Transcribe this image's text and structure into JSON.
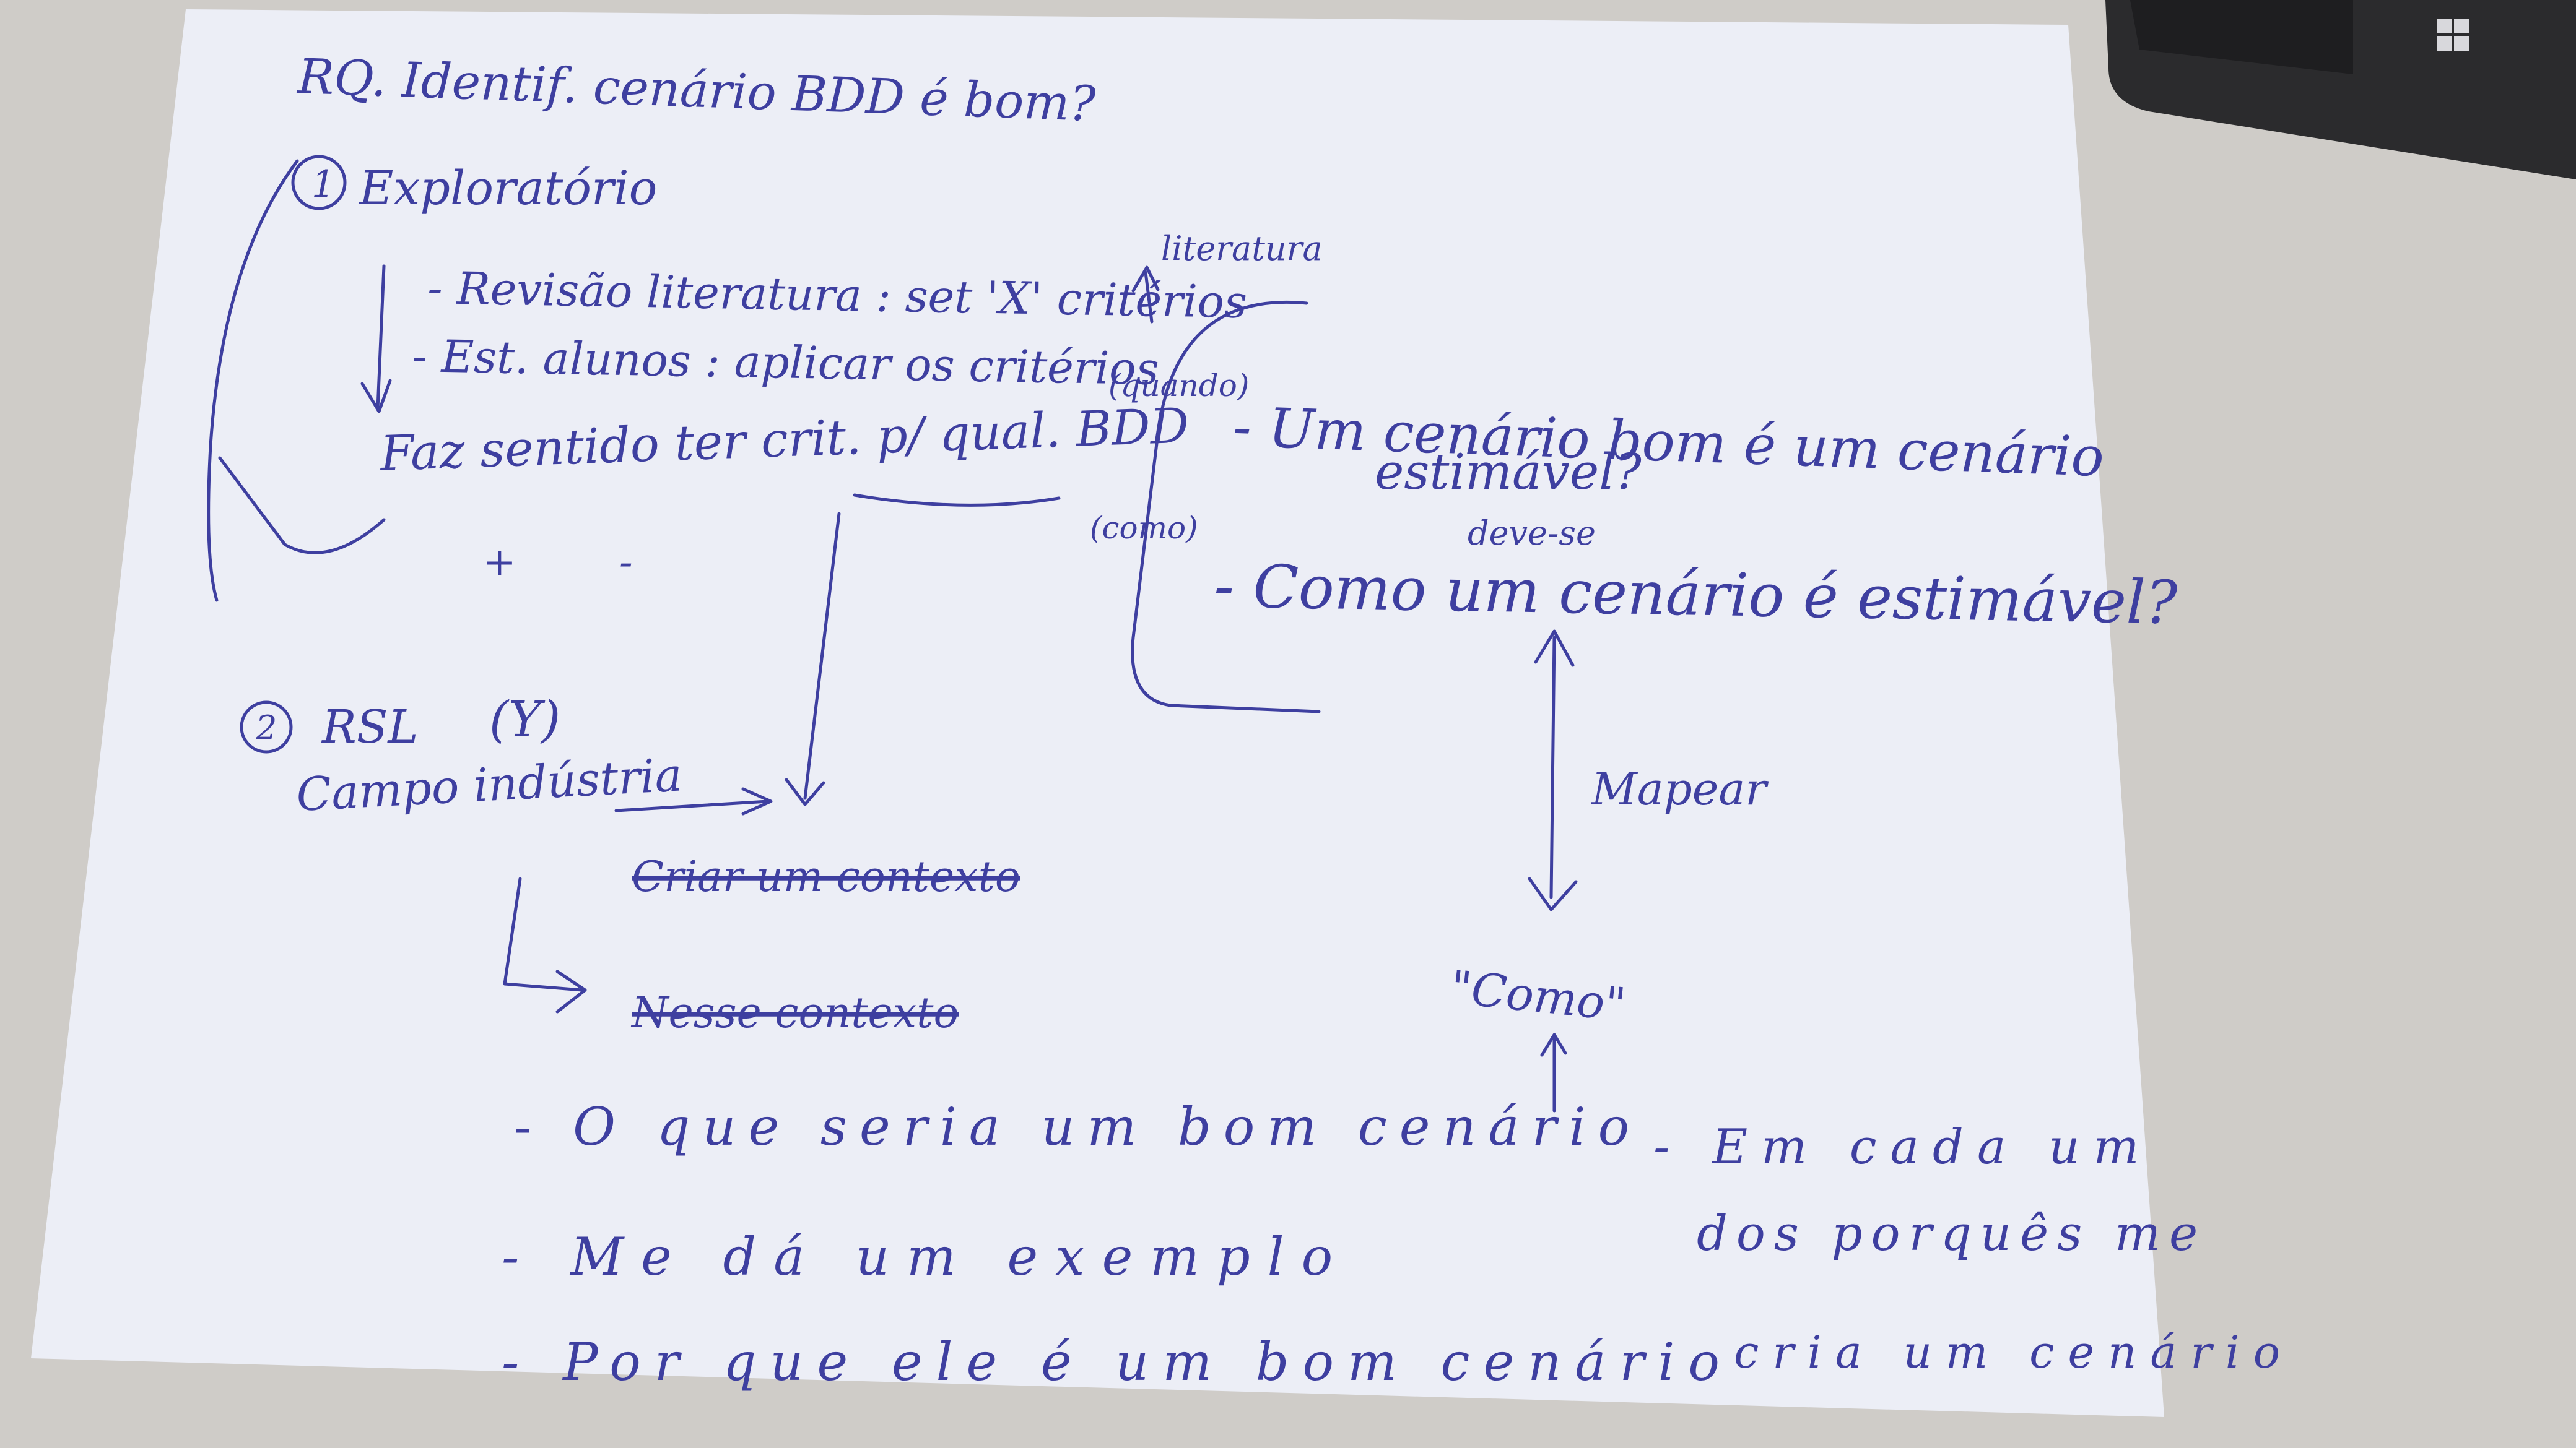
{
  "colors": {
    "paper": "#eceef6",
    "ink": "#3e3fa0",
    "desk": "#cfccc8",
    "keyboard": "#2b2b2d"
  },
  "keyboard": {
    "icon": "windows-logo-icon"
  },
  "notes": {
    "research_question": "RQ. Identif. cenário BDD é bom?",
    "section1": {
      "number": "1",
      "title": "Exploratório",
      "items": [
        "- Revisão literatura : set 'X' critérios",
        "- Est. alunos : aplicar os critérios",
        "Faz sentido ter crit. p/ qual. BDD"
      ],
      "signs": [
        "+",
        "-"
      ]
    },
    "right_block": {
      "arrow_label": "literatura",
      "label_quando": "(quando)",
      "label_como": "(como)",
      "line1": "- Um cenário bom é um cenário",
      "line1b": "estimável?",
      "insert": "deve-se",
      "line2": "- Como um cenário é estimável?",
      "mapear": "Mapear",
      "como_quote": "\"Como\""
    },
    "section2": {
      "number": "2",
      "title": "RSL",
      "tag": "(Y)",
      "subtitle": "Campo indústria"
    },
    "struck": [
      "Criar um contexto",
      "Nesse contexto"
    ],
    "questions": [
      "- O que seria um bom cenário",
      "- Me dá um exemplo",
      "- Por que ele é um bom cenário"
    ],
    "side_note": [
      "- Em cada um",
      "dos porquês me",
      "cria um cenário"
    ]
  }
}
